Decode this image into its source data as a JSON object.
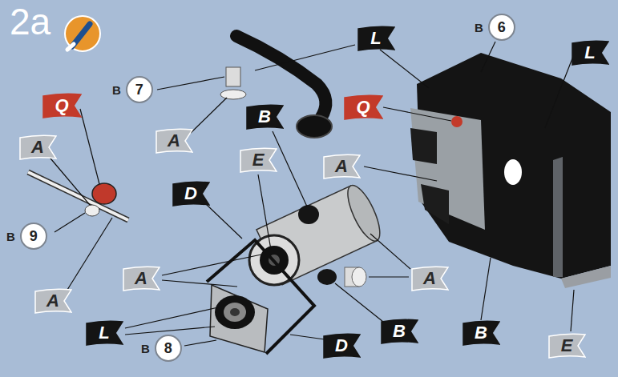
{
  "diagram": {
    "title": "2a",
    "nodes": [
      {
        "text": [
          "B",
          "6"
        ]
      },
      {
        "text": [
          "L"
        ]
      },
      {
        "text": [
          "L"
        ]
      },
      {
        "text": [
          "B",
          "7"
        ]
      },
      {
        "text": [
          "Q"
        ]
      },
      {
        "text": [
          "Q"
        ]
      },
      {
        "text": [
          "B"
        ]
      },
      {
        "text": [
          "A"
        ]
      },
      {
        "text": [
          "A"
        ]
      },
      {
        "text": [
          "E"
        ]
      },
      {
        "text": [
          "A"
        ]
      },
      {
        "text": [
          "D"
        ]
      },
      {
        "text": [
          "B",
          "9"
        ]
      },
      {
        "text": [
          "A"
        ]
      },
      {
        "text": [
          "A"
        ]
      },
      {
        "text": [
          "A"
        ]
      },
      {
        "text": [
          "L"
        ]
      },
      {
        "text": [
          "B"
        ]
      },
      {
        "text": [
          "B"
        ]
      },
      {
        "text": [
          "D"
        ]
      },
      {
        "text": [
          "E"
        ]
      },
      {
        "text": [
          "B",
          "8"
        ]
      }
    ]
  }
}
